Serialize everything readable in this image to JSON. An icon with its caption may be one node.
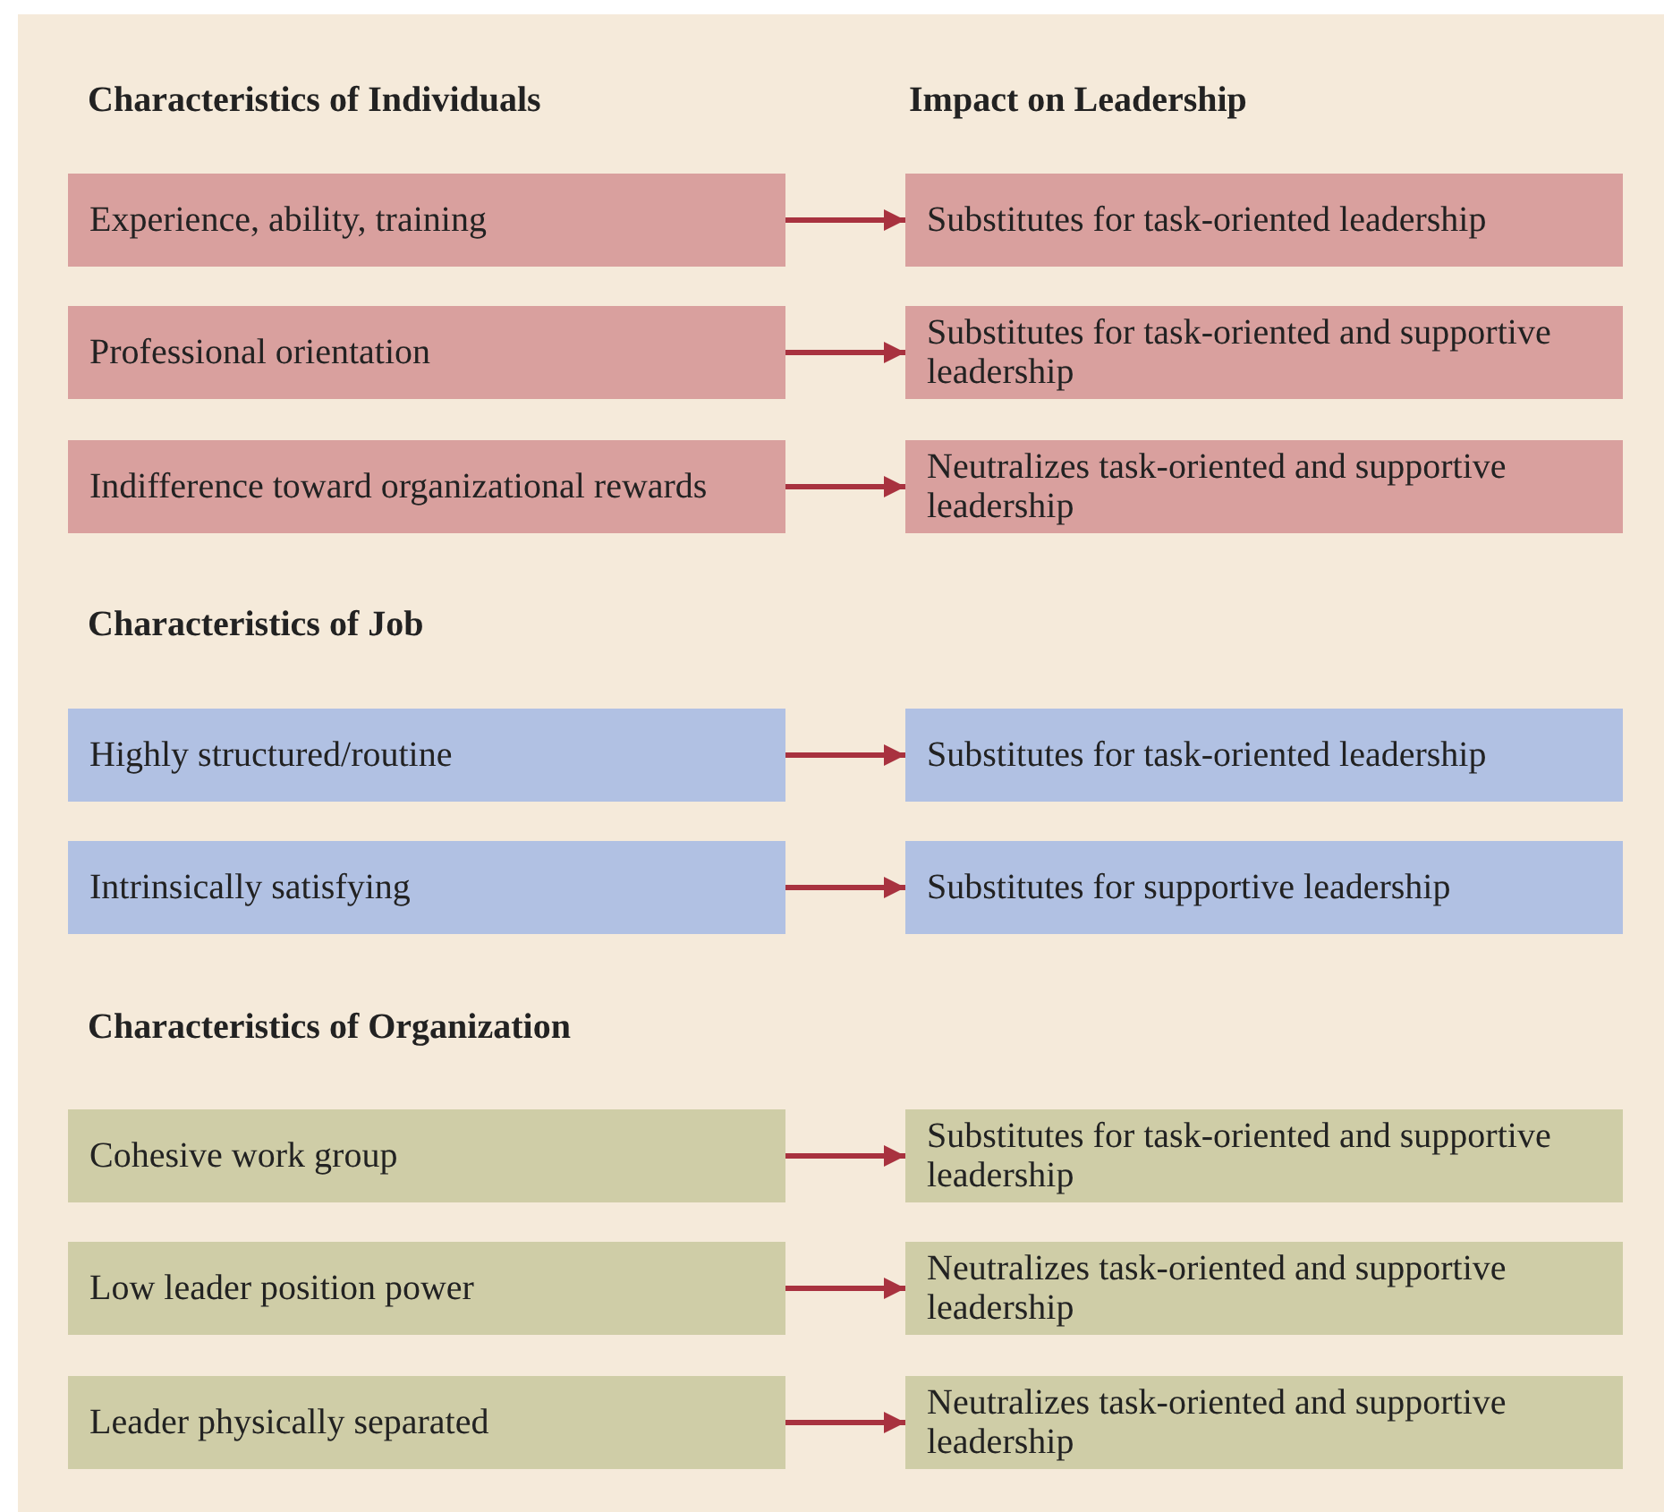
{
  "diagram": {
    "nodes": [
      {
        "text": [
          "Experience, ability, training"
        ]
      },
      {
        "text": [
          "Substitutes for task-oriented leadership"
        ]
      },
      {
        "text": [
          "Professional orientation"
        ]
      },
      {
        "text": [
          "Substitutes for task-oriented and supportive leadership"
        ]
      },
      {
        "text": [
          "Indifference toward organizational rewards"
        ]
      },
      {
        "text": [
          "Neutralizes task-oriented and supportive leadership"
        ]
      },
      {
        "text": [
          "Highly structured/routine"
        ]
      },
      {
        "text": [
          "Substitutes for task-oriented leadership"
        ]
      },
      {
        "text": [
          "Intrinsically satisfying"
        ]
      },
      {
        "text": [
          "Substitutes for supportive leadership"
        ]
      },
      {
        "text": [
          "Cohesive work group"
        ]
      },
      {
        "text": [
          "Substitutes for task-oriented and supportive leadership"
        ]
      },
      {
        "text": [
          "Low leader position power"
        ]
      },
      {
        "text": [
          "Neutralizes task-oriented and supportive leadership"
        ]
      },
      {
        "text": [
          "Leader physically separated"
        ]
      },
      {
        "text": [
          "Neutralizes task-oriented and supportive leadership"
        ]
      }
    ],
    "edges": [
      {
        "from": 0,
        "to": 1,
        "arrow": "to"
      },
      {
        "from": 2,
        "to": 3,
        "arrow": "to"
      },
      {
        "from": 4,
        "to": 5,
        "arrow": "to"
      },
      {
        "from": 6,
        "to": 7,
        "arrow": "to"
      },
      {
        "from": 8,
        "to": 9,
        "arrow": "to"
      },
      {
        "from": 10,
        "to": 11,
        "arrow": "to"
      },
      {
        "from": 12,
        "to": 13,
        "arrow": "to"
      },
      {
        "from": 14,
        "to": 15,
        "arrow": "to"
      }
    ],
    "labels": [
      "Characteristics of Individuals",
      "Impact on Leadership",
      "Characteristics of Job",
      "Characteristics of Organization"
    ]
  }
}
